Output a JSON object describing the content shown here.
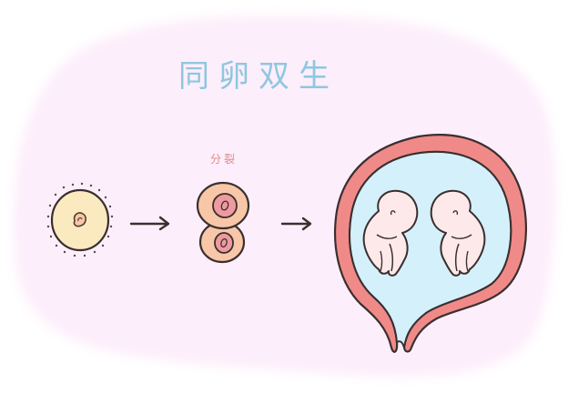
{
  "title": "同卵双生",
  "stages": [
    {
      "id": "zygote",
      "label": ""
    },
    {
      "id": "cell-division",
      "label": "分裂"
    },
    {
      "id": "twin-embryos",
      "label": ""
    }
  ],
  "colors": {
    "background_blob": "#fdeefb",
    "title": "#8ec7e0",
    "split_label": "#e08a8a",
    "zygote_fill": "#fbeac0",
    "dividing_cell_fill": "#f7c7a8",
    "nucleus_fill": "#ee9a9f",
    "uterus_wall": "#f08a88",
    "amniotic_fluid": "#d4f0fb",
    "embryo_fill": "#fde9ea",
    "outline": "#3a2f2f"
  }
}
